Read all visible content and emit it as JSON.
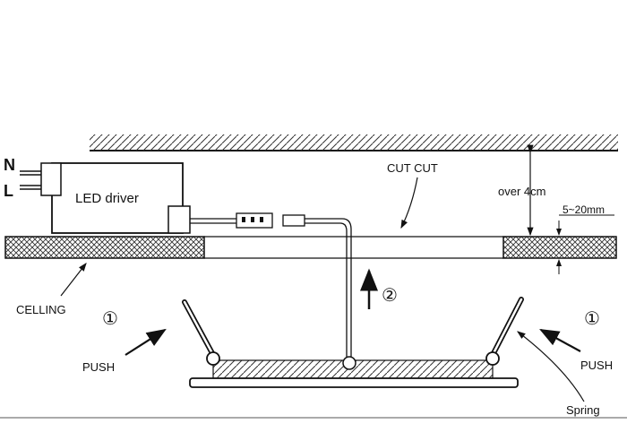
{
  "labels": {
    "n": "N",
    "l": "L",
    "led_driver": "LED driver",
    "cut_cut": "CUT CUT",
    "over_4cm": "over 4cm",
    "thickness": "5~20mm",
    "ceiling": "CELLING",
    "push_left": "PUSH",
    "push_right": "PUSH",
    "spring": "Spring",
    "step1_left": "①",
    "step1_right": "①",
    "step2": "②"
  },
  "colors": {
    "ink": "#111111",
    "hatch": "#333333",
    "background": "#ffffff"
  }
}
